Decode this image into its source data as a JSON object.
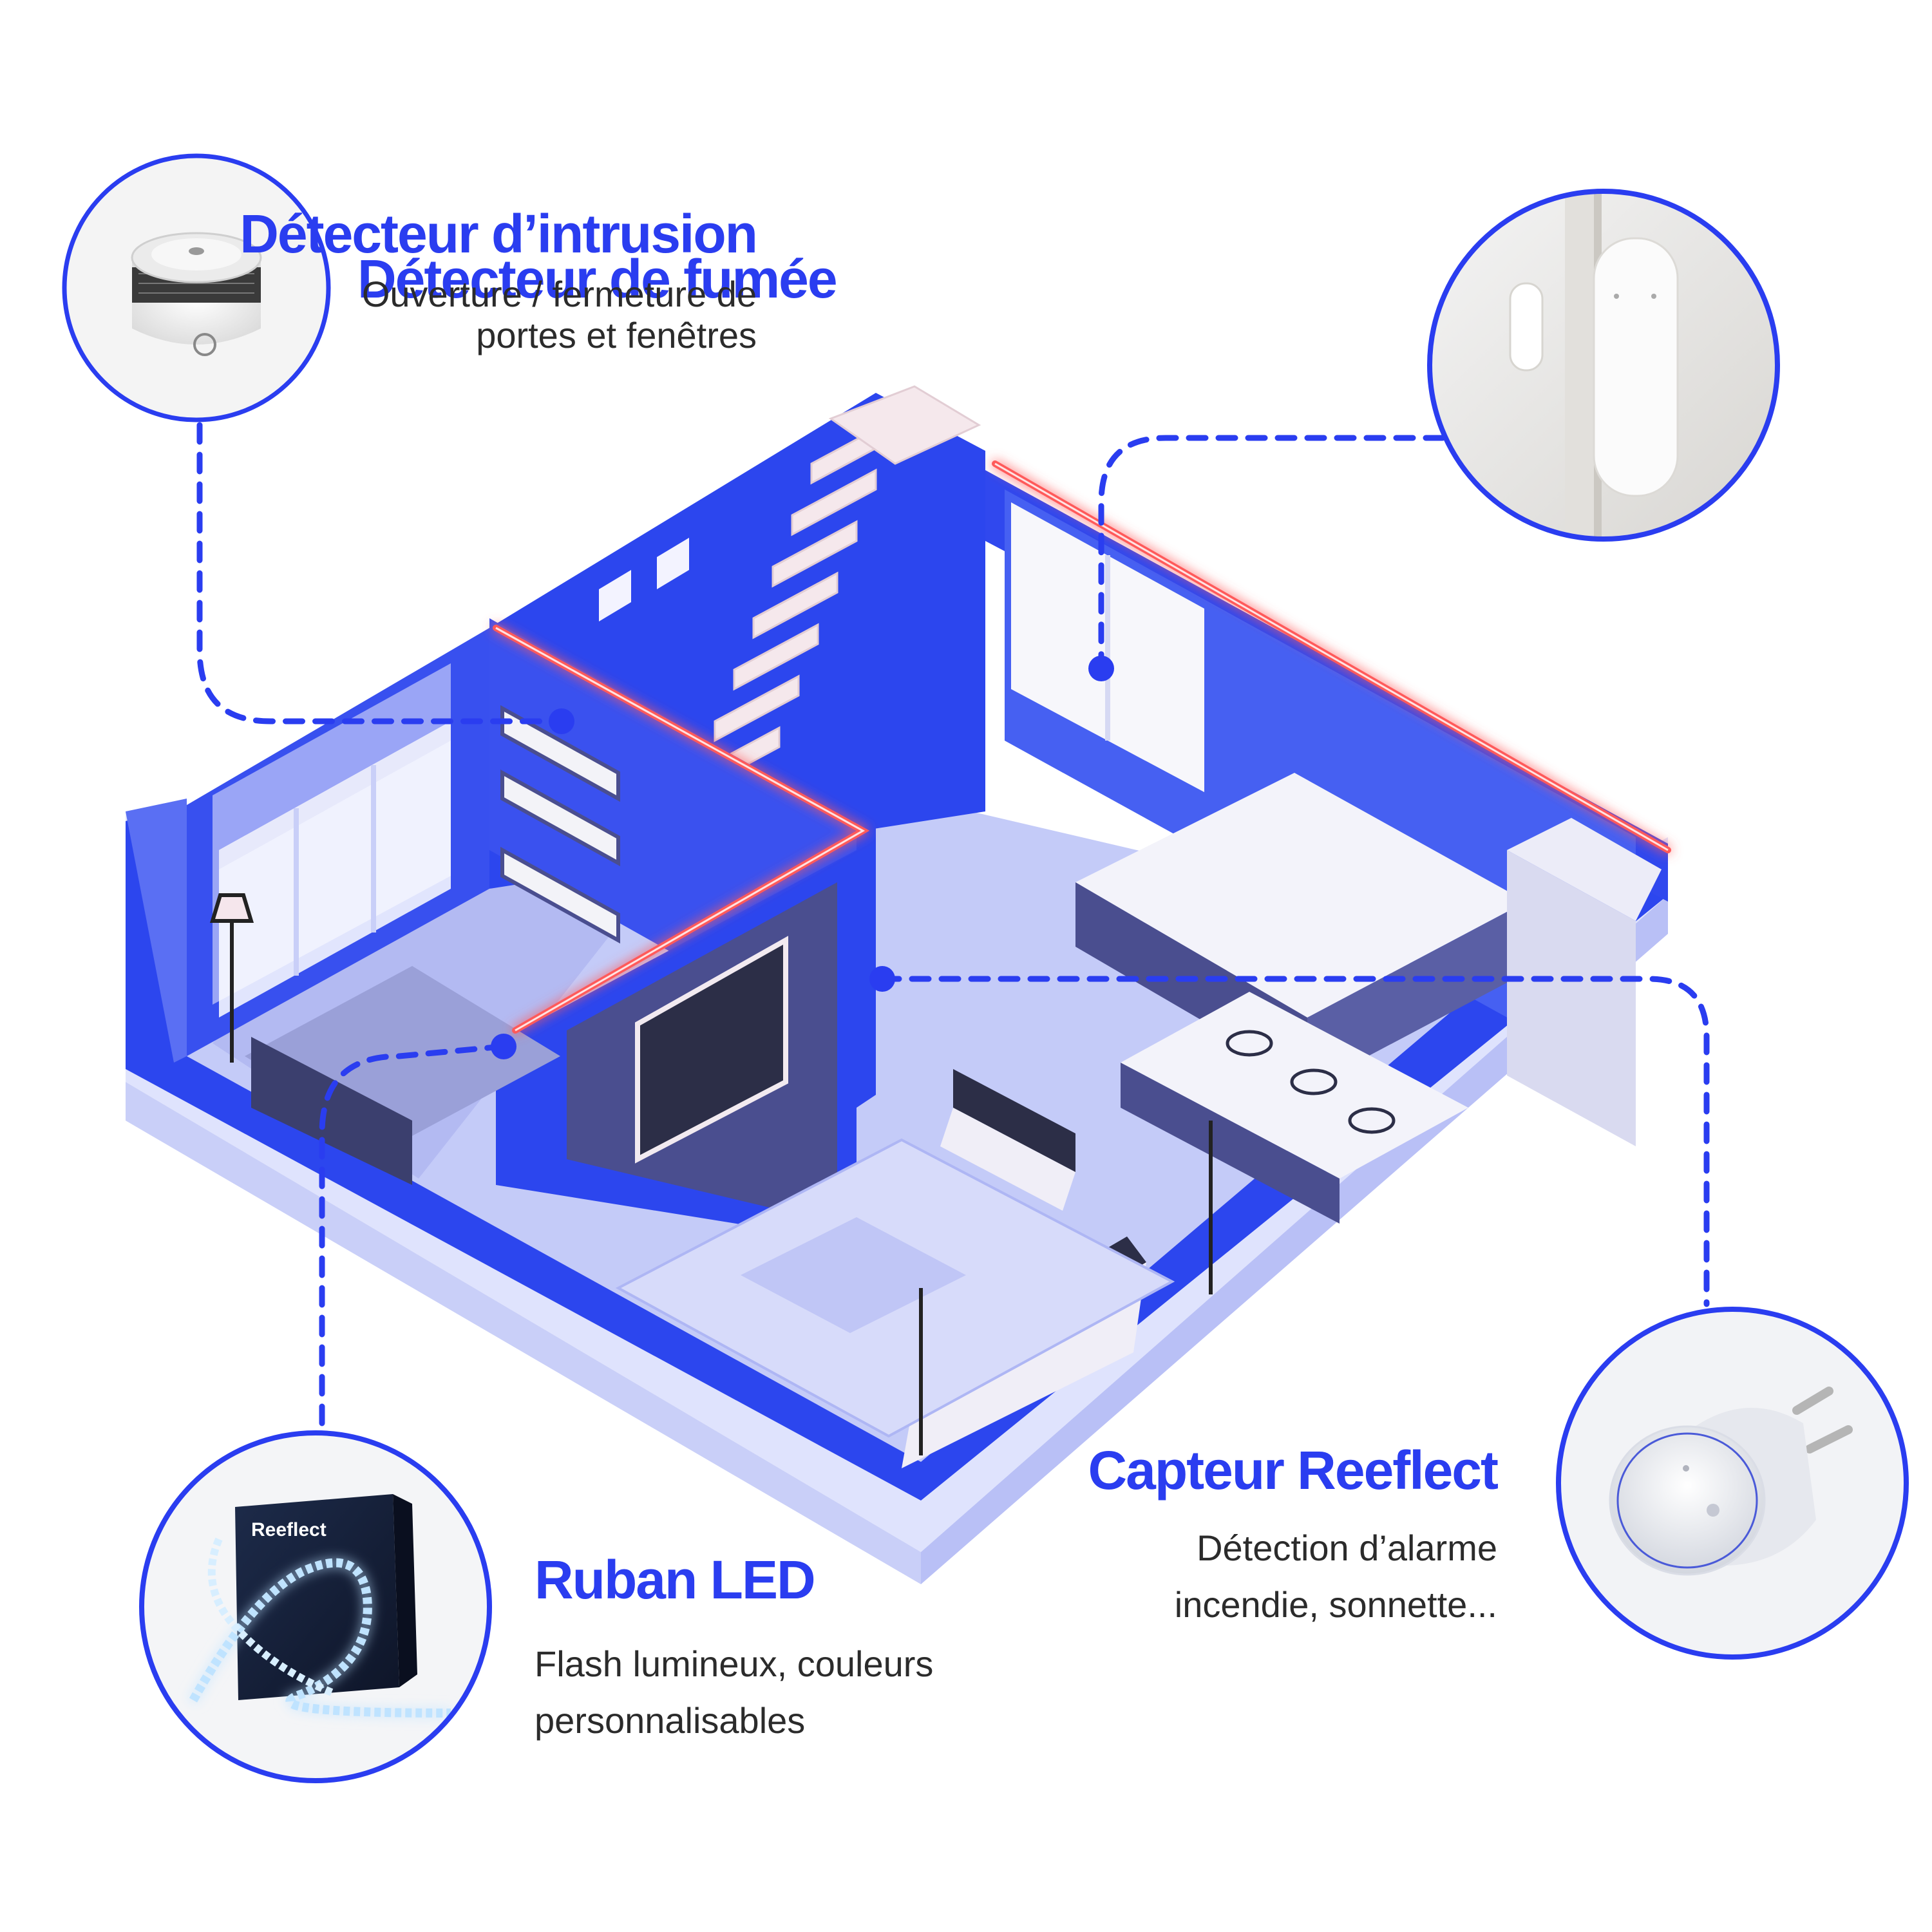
{
  "labels": {
    "smoke_title": "Détecteur de fumée",
    "intrusion_title": "Détecteur d’intrusion",
    "intrusion_sub_1": "Ouverture / fermeture de",
    "intrusion_sub_2": "portes et fenêtres",
    "led_title": "Ruban LED",
    "led_sub_1": "Flash lumineux, couleurs",
    "led_sub_2": "personnalisables",
    "capteur_title": "Capteur Reeflect",
    "capteur_sub_1": "Détection d’alarme",
    "capteur_sub_2": "incendie, sonnette..."
  },
  "brand": {
    "box_label": "Reeflect"
  },
  "colors": {
    "accent": "#2a3df0",
    "wall": "#2c46ee",
    "floor": "#c9cffa",
    "alert_glow": "#ff4a4a"
  },
  "icons": [
    "smoke-detector-icon",
    "door-sensor-icon",
    "led-strip-icon",
    "plug-sensor-icon"
  ]
}
